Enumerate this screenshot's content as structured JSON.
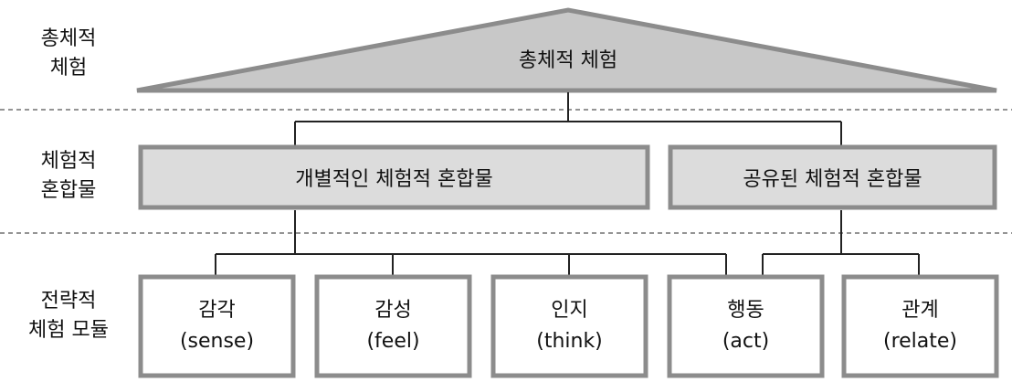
{
  "levels": {
    "holistic": {
      "line1": "총체적",
      "line2": "체험"
    },
    "hybrid": {
      "line1": "체험적",
      "line2": "혼합물"
    },
    "strategic": {
      "line1": "전략적",
      "line2": "체험 모듈"
    }
  },
  "top": {
    "label": "총체적 체험"
  },
  "hybrids": [
    {
      "label": "개별적인 체험적 혼합물"
    },
    {
      "label": "공유된 체험적 혼합물"
    }
  ],
  "modules": [
    {
      "ko": "감각",
      "en": "(sense)"
    },
    {
      "ko": "감성",
      "en": "(feel)"
    },
    {
      "ko": "인지",
      "en": "(think)"
    },
    {
      "ko": "행동",
      "en": "(act)"
    },
    {
      "ko": "관계",
      "en": "(relate)"
    }
  ],
  "colors": {
    "box_fill": "#dcdcdc",
    "border": "#8c8c8c",
    "line": "#222222"
  }
}
